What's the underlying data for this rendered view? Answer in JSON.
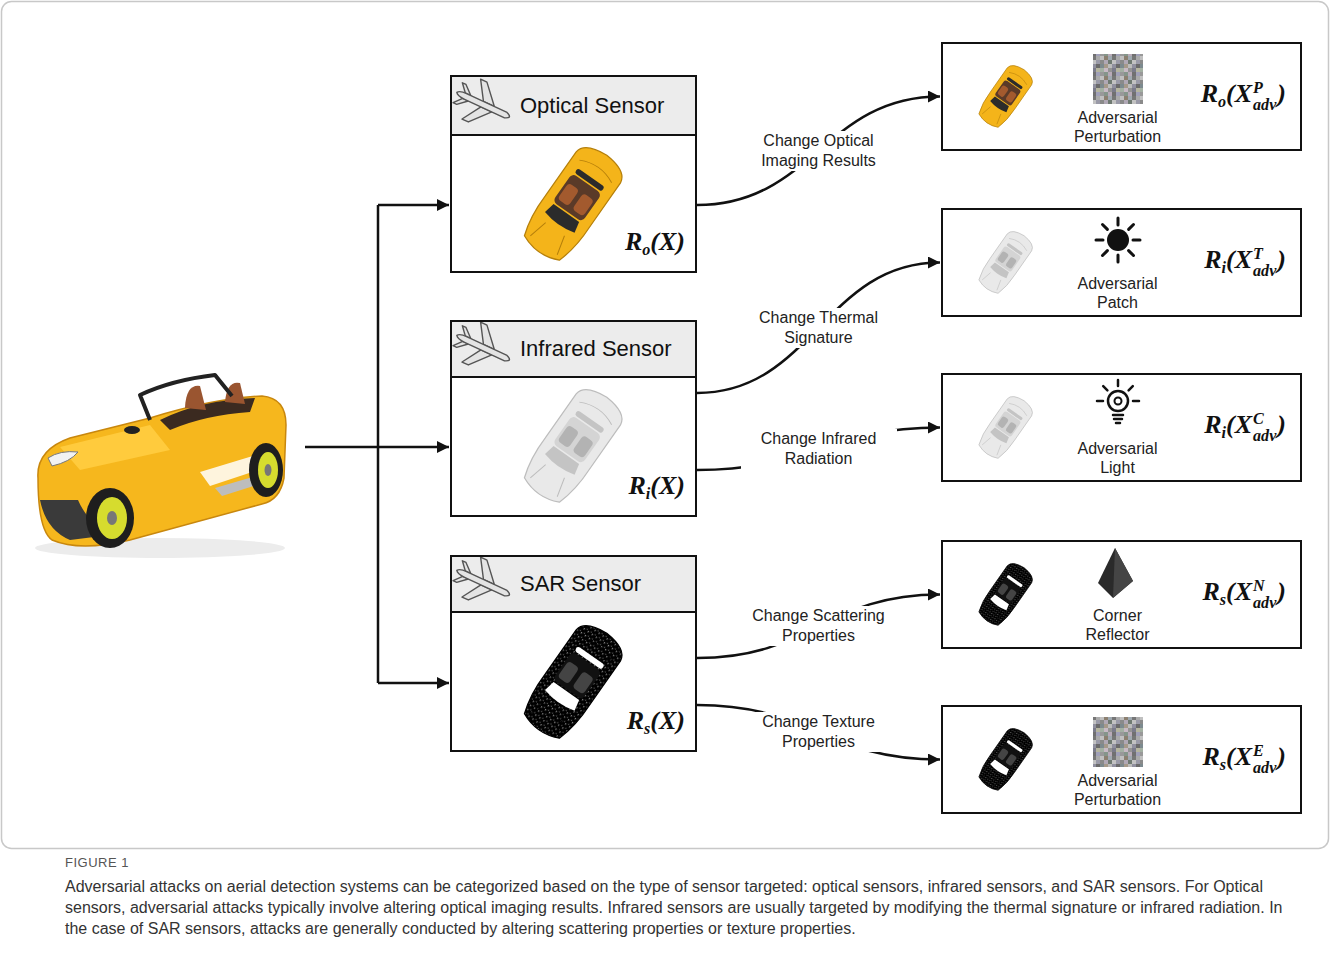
{
  "diagram": {
    "caption": "Adversarial attacks on aerial detection systems can be categorized based on the type of sensor targeted: optical sensors, infrared sensors, and SAR sensors. For Optical sensors, adversarial attacks typically involve altering optical imaging results. Infrared sensors are usually targeted by modifying the thermal signature or infrared radiation. In the case of SAR sensors, attacks are generally conducted by altering scattering properties or texture properties.",
    "nodes": [
      {
        "text": [
          "Optical Sensor",
          "Ro(X)"
        ]
      },
      {
        "text": [
          "Infrared Sensor",
          "Ri(X)"
        ]
      },
      {
        "text": [
          "SAR Sensor",
          "Rs(X)"
        ]
      },
      {
        "text": [
          "Adversarial Perturbation",
          "Ro(XPadv)"
        ]
      },
      {
        "text": [
          "Adversarial Patch",
          "Ri(XTadv)"
        ]
      },
      {
        "text": [
          "Adversarial Light",
          "Ri(XCadv)"
        ]
      },
      {
        "text": [
          "Corner Reflector",
          "Rs(XNadv)"
        ]
      },
      {
        "text": [
          "Adversarial Perturbation",
          "Rs(XEadv)"
        ]
      }
    ],
    "edges": [
      {
        "from": 0,
        "to": 3,
        "label": "Change Optical Imaging Results",
        "arrow": "to"
      },
      {
        "from": 1,
        "to": 4,
        "label": "Change Thermal Signature",
        "arrow": "to"
      },
      {
        "from": 1,
        "to": 5,
        "label": "Change Infrared Radiation",
        "arrow": "to"
      },
      {
        "from": 2,
        "to": 6,
        "label": "Change Scattering Properties",
        "arrow": "to"
      },
      {
        "from": 2,
        "to": 7,
        "label": "Change Texture Properties",
        "arrow": "to"
      }
    ],
    "labels": [
      "FIGURE 1"
    ]
  }
}
